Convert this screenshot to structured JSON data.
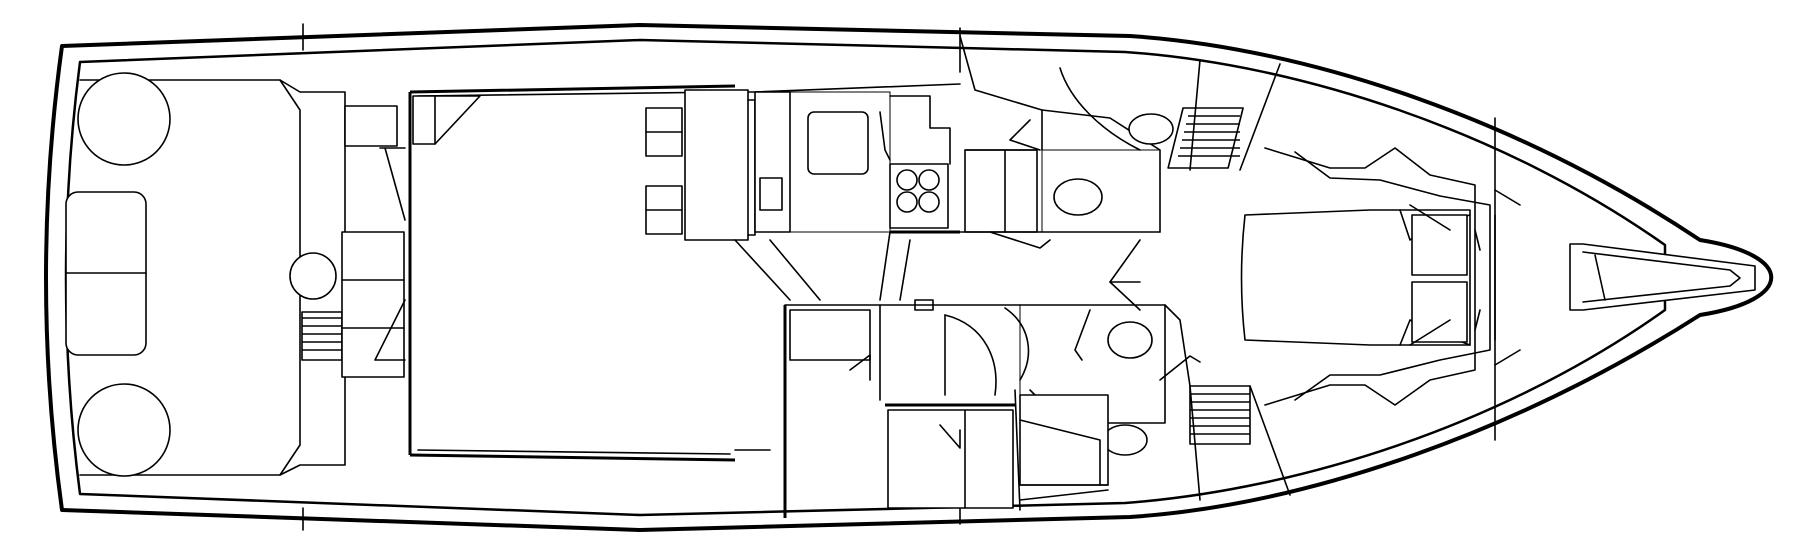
{
  "diagram": {
    "colors": {
      "line": "#000000",
      "background": "#ffffff"
    },
    "zones": [
      {
        "name": "cockpit"
      },
      {
        "name": "salon"
      },
      {
        "name": "galley"
      },
      {
        "name": "dinette"
      },
      {
        "name": "forward-head"
      },
      {
        "name": "aft-head"
      },
      {
        "name": "guest-stateroom"
      },
      {
        "name": "bunk-stateroom"
      },
      {
        "name": "master-stateroom"
      },
      {
        "name": "bow-pulpit"
      }
    ]
  }
}
